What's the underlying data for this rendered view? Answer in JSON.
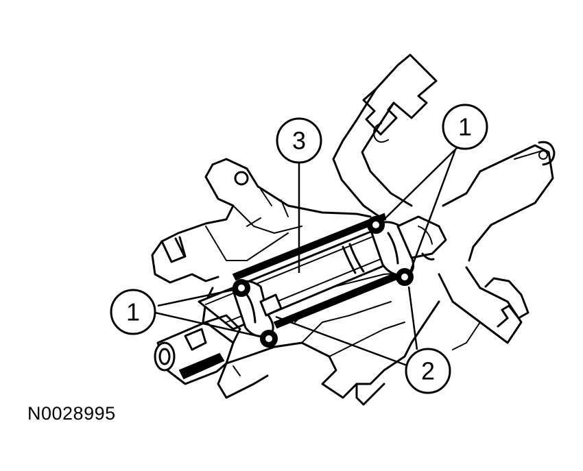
{
  "figure_id": "N0028995",
  "callouts": [
    {
      "label": "3"
    },
    {
      "label": "1"
    },
    {
      "label": "1"
    },
    {
      "label": "2"
    }
  ]
}
